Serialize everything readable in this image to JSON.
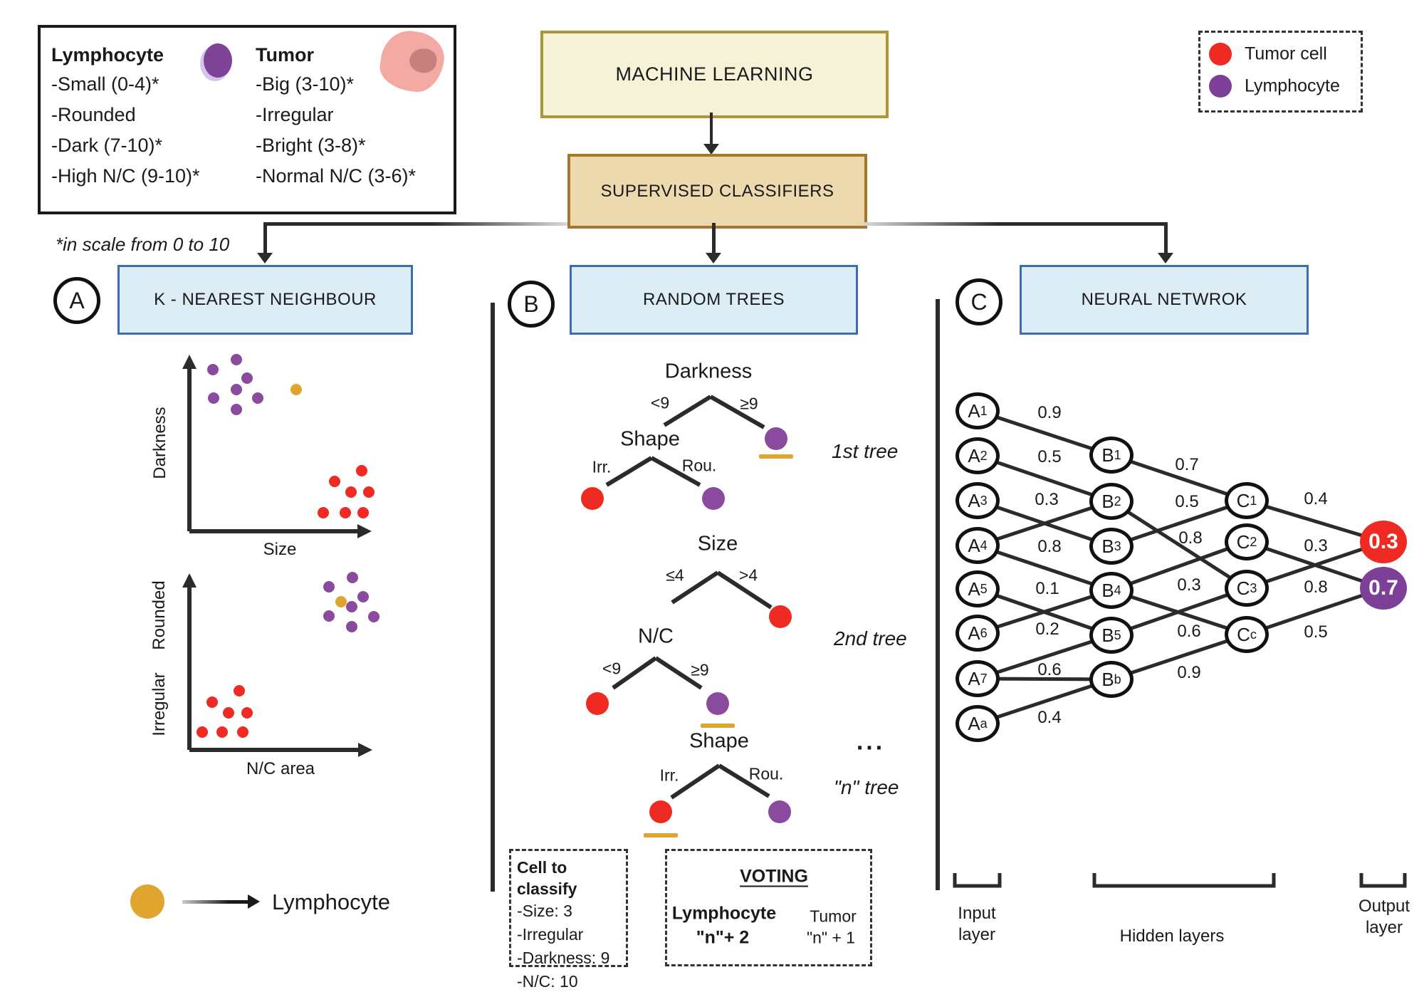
{
  "colors": {
    "red": "#ee2a23",
    "purple": "#8a4a9e",
    "purple_dark": "#7e3f98",
    "gold": "#e0a52e",
    "line": "#2b2b2b",
    "section_box_fill": "#ddedf5",
    "section_box_border": "#3e6cb3",
    "ml_box_fill": "#f5f2d8",
    "ml_box_border": "#ab9737",
    "sup_box_fill": "#ecd9ae",
    "sup_box_border": "#a6762d",
    "tumor_icon_body": "#f3a9a4",
    "tumor_icon_nucleus": "#c8807f"
  },
  "cell_legend": {
    "lymphocyte_title": "Lymphocyte",
    "lymphocyte_traits": [
      "-Small (0-4)*",
      "-Rounded",
      "-Dark (7-10)*",
      "-High N/C (9-10)*"
    ],
    "tumor_title": "Tumor",
    "tumor_traits": [
      "-Big (3-10)*",
      "-Irregular",
      "-Bright (3-8)*",
      "-Normal N/C (3-6)*"
    ],
    "scale_note": "*in scale from 0 to 10"
  },
  "color_legend": {
    "tumor_label": "Tumor cell",
    "lymphocyte_label": "Lymphocyte"
  },
  "hierarchy": {
    "root": "MACHINE LEARNING",
    "level2": "SUPERVISED CLASSIFIERS"
  },
  "sections": {
    "a_letter": "A",
    "a_title": "K - NEAREST NEIGHBOUR",
    "b_letter": "B",
    "b_title": "RANDOM TREES",
    "c_letter": "C",
    "c_title": "NEURAL NETWROK"
  },
  "knn": {
    "plot1_ylabel": "Darkness",
    "plot1_xlabel": "Size",
    "plot2_ylabel_top": "Rounded",
    "plot2_ylabel_bottom": "Irregular",
    "plot2_xlabel": "N/C area",
    "unknown_cell_label": "Lymphocyte"
  },
  "trees": {
    "t1_root": "Darkness",
    "t1_left_cond": "<9",
    "t1_right_cond": "≥9",
    "t1_child": "Shape",
    "t1_irr": "Irr.",
    "t1_rou": "Rou.",
    "t1_name": "1st tree",
    "t2_root": "Size",
    "t2_left_cond": "≤4",
    "t2_right_cond": ">4",
    "t2_child": "N/C",
    "t2_child_left_cond": "<9",
    "t2_child_right_cond": "≥9",
    "t2_name": "2nd tree",
    "ellipsis": "...",
    "t3_root": "Shape",
    "t3_irr": "Irr.",
    "t3_rou": "Rou.",
    "t3_name": "\"n\" tree"
  },
  "classify_box": {
    "title": "Cell to classify",
    "lines": [
      "-Size: 3",
      "-Irregular",
      "-Darkness: 9",
      "-N/C: 10"
    ]
  },
  "voting_box": {
    "title": "VOTING",
    "winner_name": "Lymphocyte",
    "winner_votes": "\"n\"+ 2",
    "loser_name": "Tumor",
    "loser_votes": "\"n\" + 1"
  },
  "nn": {
    "input_nodes": [
      {
        "base": "A",
        "sub": "1"
      },
      {
        "base": "A",
        "sub": "2"
      },
      {
        "base": "A",
        "sub": "3"
      },
      {
        "base": "A",
        "sub": "4"
      },
      {
        "base": "A",
        "sub": "5"
      },
      {
        "base": "A",
        "sub": "6"
      },
      {
        "base": "A",
        "sub": "7"
      },
      {
        "base": "A",
        "sub": "a"
      }
    ],
    "b_nodes": [
      {
        "base": "B",
        "sub": "1"
      },
      {
        "base": "B",
        "sub": "2"
      },
      {
        "base": "B",
        "sub": "3"
      },
      {
        "base": "B",
        "sub": "4"
      },
      {
        "base": "B",
        "sub": "5"
      },
      {
        "base": "B",
        "sub": "b"
      }
    ],
    "c_nodes": [
      {
        "base": "C",
        "sub": "1"
      },
      {
        "base": "C",
        "sub": "2"
      },
      {
        "base": "C",
        "sub": "3"
      },
      {
        "base": "C",
        "sub": "c"
      }
    ],
    "outputs": [
      {
        "value": "0.3",
        "color": "#ee2a23"
      },
      {
        "value": "0.7",
        "color": "#7e3f98"
      }
    ],
    "weights_ab": [
      "0.9",
      "0.5",
      "0.3",
      "0.8",
      "0.1",
      "0.2",
      "0.6",
      "0.4"
    ],
    "weights_bc": [
      "0.7",
      "0.5",
      "0.8",
      "0.3",
      "0.6",
      "0.9"
    ],
    "weights_co": [
      "0.4",
      "0.3",
      "0.8",
      "0.5"
    ],
    "edges_ab": [
      "A1-B1",
      "A2-B2",
      "A3-B3",
      "A4-B2",
      "A4-B4",
      "A5-B5",
      "A6-B4",
      "A7-B5",
      "A7-Bb",
      "Aa-Bb"
    ],
    "edges_bc": [
      "B1-C1",
      "B2-C3",
      "B3-C1",
      "B4-C2",
      "B4-Cc",
      "B5-C3",
      "Bb-Cc"
    ],
    "edges_co": [
      "C1-out0.3",
      "C2-out0.7",
      "C3-out0.3",
      "Cc-out0.7"
    ],
    "layer_labels": {
      "input_1": "Input",
      "input_2": "layer",
      "hidden": "Hidden layers",
      "output_1": "Output",
      "output_2": "layer"
    }
  }
}
